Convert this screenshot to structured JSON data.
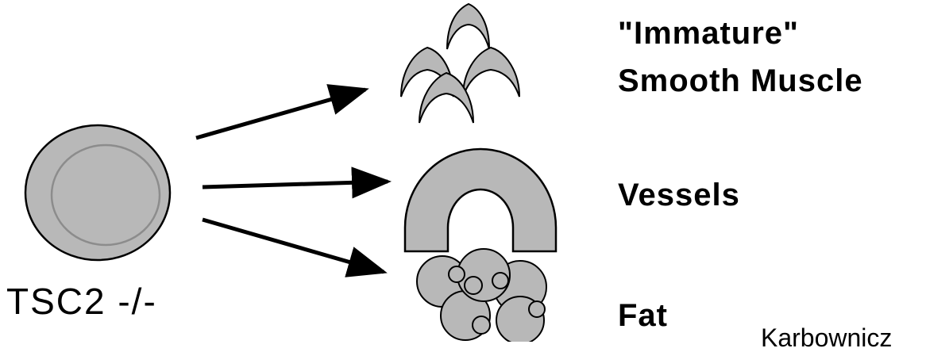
{
  "source_cell": {
    "label": "TSC2 -/-"
  },
  "outcomes": {
    "muscle": {
      "label_line1": "\"Immature\"",
      "label_line2": "Smooth Muscle"
    },
    "vessels": {
      "label": "Vessels"
    },
    "fat": {
      "label": "Fat"
    }
  },
  "citation": "Karbownicz",
  "colors": {
    "fill": "#b8b8b8",
    "stroke": "#000000",
    "inner_ring": "#8c8c8c"
  }
}
